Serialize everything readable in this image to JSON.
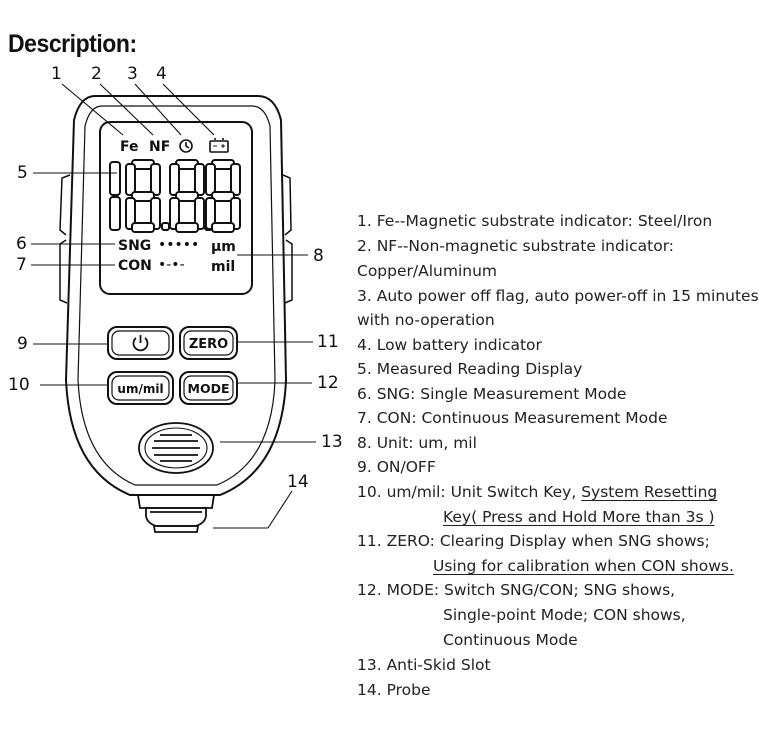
{
  "title": "Description:",
  "device": {
    "lcd": {
      "fe": "Fe",
      "nf": "NF",
      "clock_icon": "clock-icon",
      "battery_icon": "battery-icon",
      "reading": "18.8.8",
      "sng": "SNG",
      "sng_dots": "•••••",
      "con": "CON",
      "con_dots": "•-•-",
      "unit_um": "μm",
      "unit_mil": "mil"
    },
    "buttons": {
      "power_icon": "power-icon",
      "zero": "ZERO",
      "um_mil": "um/mil",
      "mode": "MODE"
    }
  },
  "callouts": [
    "1",
    "2",
    "3",
    "4",
    "5",
    "6",
    "7",
    "8",
    "9",
    "10",
    "11",
    "12",
    "13",
    "14"
  ],
  "descriptions": [
    {
      "lines": [
        "1. Fe--Magnetic substrate indicator: Steel/Iron"
      ]
    },
    {
      "lines": [
        "2. NF--Non-magnetic substrate indicator:",
        "Copper/Aluminum"
      ]
    },
    {
      "lines": [
        "3. Auto power off flag, auto power-off in 15 minutes",
        "with no-operation"
      ]
    },
    {
      "lines": [
        "4. Low battery indicator"
      ]
    },
    {
      "lines": [
        "5. Measured Reading Display"
      ]
    },
    {
      "lines": [
        "6. SNG: Single Measurement Mode"
      ]
    },
    {
      "lines": [
        "7. CON: Continuous Measurement Mode"
      ]
    },
    {
      "lines": [
        "8. Unit: um, mil"
      ]
    },
    {
      "lines": [
        "9. ON/OFF"
      ]
    },
    {
      "lines": [
        "10. um/mil: Unit Switch Key, ",
        "System Resetting",
        "Key( Press and Hold More than 3s )"
      ]
    },
    {
      "lines": [
        "11. ZERO: Clearing Display when SNG shows;",
        "Using for calibration when CON shows."
      ]
    },
    {
      "lines": [
        "12. MODE: Switch SNG/CON; SNG shows,",
        "Single-point Mode; CON shows,",
        "Continuous Mode"
      ]
    },
    {
      "lines": [
        "13. Anti-Skid Slot"
      ]
    },
    {
      "lines": [
        "14. Probe"
      ]
    }
  ]
}
